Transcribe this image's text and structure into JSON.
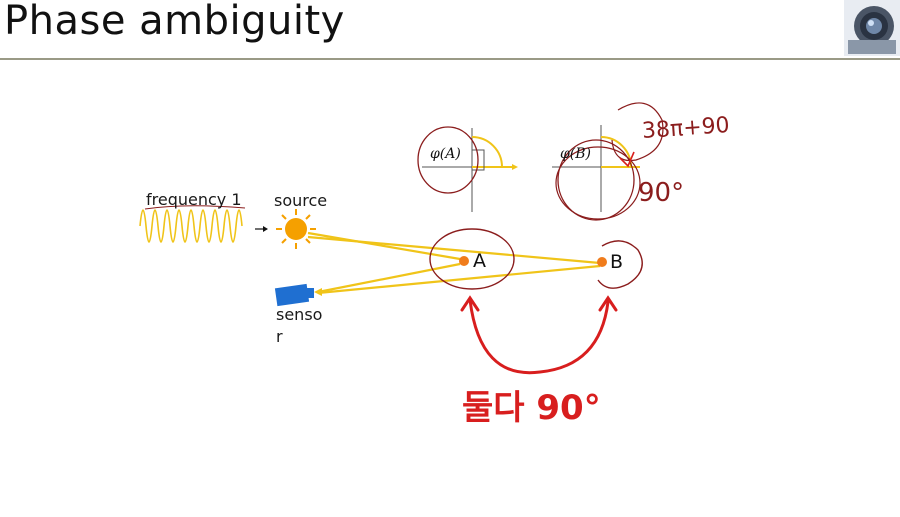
{
  "slide": {
    "title": "Phase ambiguity"
  },
  "labels": {
    "frequency": "frequency 1",
    "source": "source",
    "sensor_line1": "senso",
    "sensor_line2": "r",
    "point_a": "A",
    "point_b": "B",
    "phase_a": "φ(A)",
    "phase_b": "φ(B)"
  },
  "annotations": {
    "equation": "38π+90",
    "angle_b": "90°",
    "both": "둘다 90°"
  },
  "colors": {
    "beam": "#f0c419",
    "sun": "#f5a000",
    "sensor": "#1f6fd1",
    "dot": "#f07c1c",
    "ink_dark": "#8b1d1d",
    "ink_red": "#d81e1e"
  },
  "icons": {
    "logo": "camera-lens-logo",
    "source": "sun-icon",
    "sensor": "sensor-icon"
  }
}
